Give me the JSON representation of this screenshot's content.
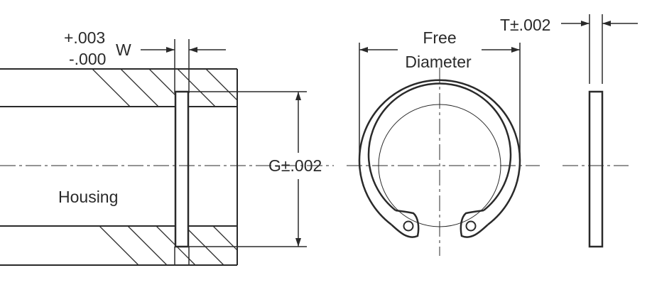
{
  "labels": {
    "tolerance_plus": "+.003",
    "tolerance_minus": "-.000",
    "width": "W",
    "free": "Free",
    "diameter": "Diameter",
    "thickness": "T±.002",
    "groove": "G±.002",
    "housing": "Housing"
  },
  "colors": {
    "line": "#2a2a2a",
    "background": "#ffffff"
  }
}
